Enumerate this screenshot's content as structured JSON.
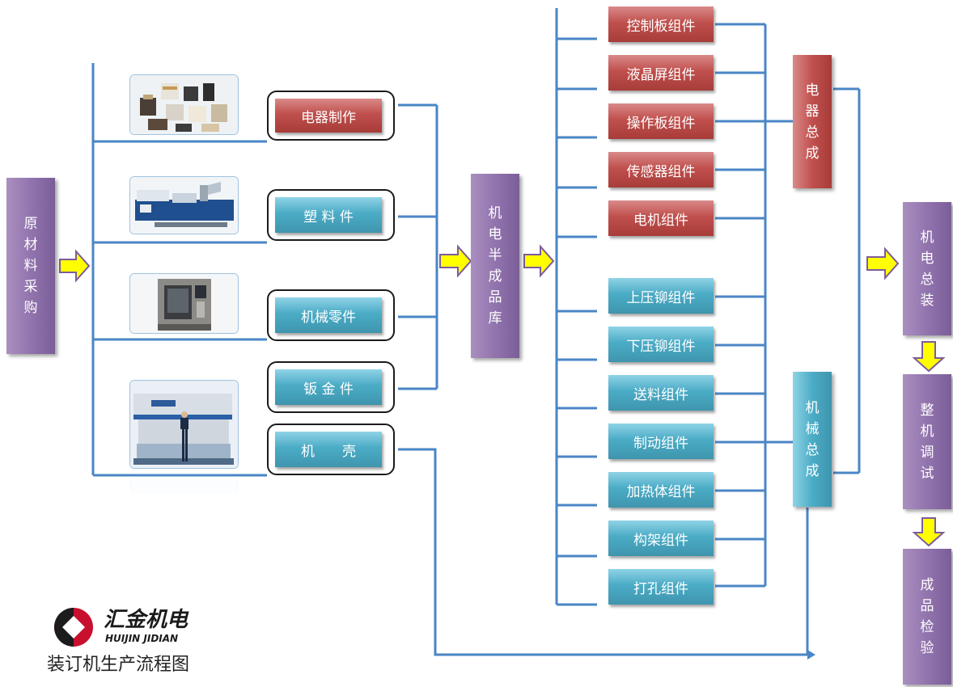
{
  "purchase": [
    "原",
    "材",
    "料",
    "采",
    "购"
  ],
  "sources": [
    {
      "label": "电器制作",
      "style": "red"
    },
    {
      "label": "塑 料 件",
      "style": "blue"
    },
    {
      "label": "机械零件",
      "style": "blue"
    },
    {
      "label": "钣 金 件",
      "style": "blue"
    },
    {
      "label": "机　　壳",
      "style": "blue"
    }
  ],
  "warehouse": [
    "机",
    "电",
    "半",
    "成",
    "品",
    "库"
  ],
  "electric_components": [
    "控制板组件",
    "液晶屏组件",
    "操作板组件",
    "传感器组件",
    "电机组件"
  ],
  "mechanical_components": [
    "上压铆组件",
    "下压铆组件",
    "送料组件",
    "制动组件",
    "加热体组件",
    "构架组件",
    "打孔组件"
  ],
  "electric_assembly": [
    "电",
    "器",
    "总",
    "成"
  ],
  "mechanical_assembly": [
    "机",
    "械",
    "总",
    "成"
  ],
  "final_steps": [
    [
      "机",
      "电",
      "总",
      "装"
    ],
    [
      "整",
      "机",
      "调",
      "试"
    ],
    [
      "成",
      "品",
      "检",
      "验"
    ]
  ],
  "brand": {
    "name": "汇金机电",
    "name_en": "HUIJIN JIDIAN",
    "caption": "装订机生产流程图"
  },
  "colors": {
    "line": "#4a86c5",
    "arrow_fill": "#ffff00",
    "arrow_stroke": "#7c5c9e",
    "logo_red": "#c8102e"
  }
}
